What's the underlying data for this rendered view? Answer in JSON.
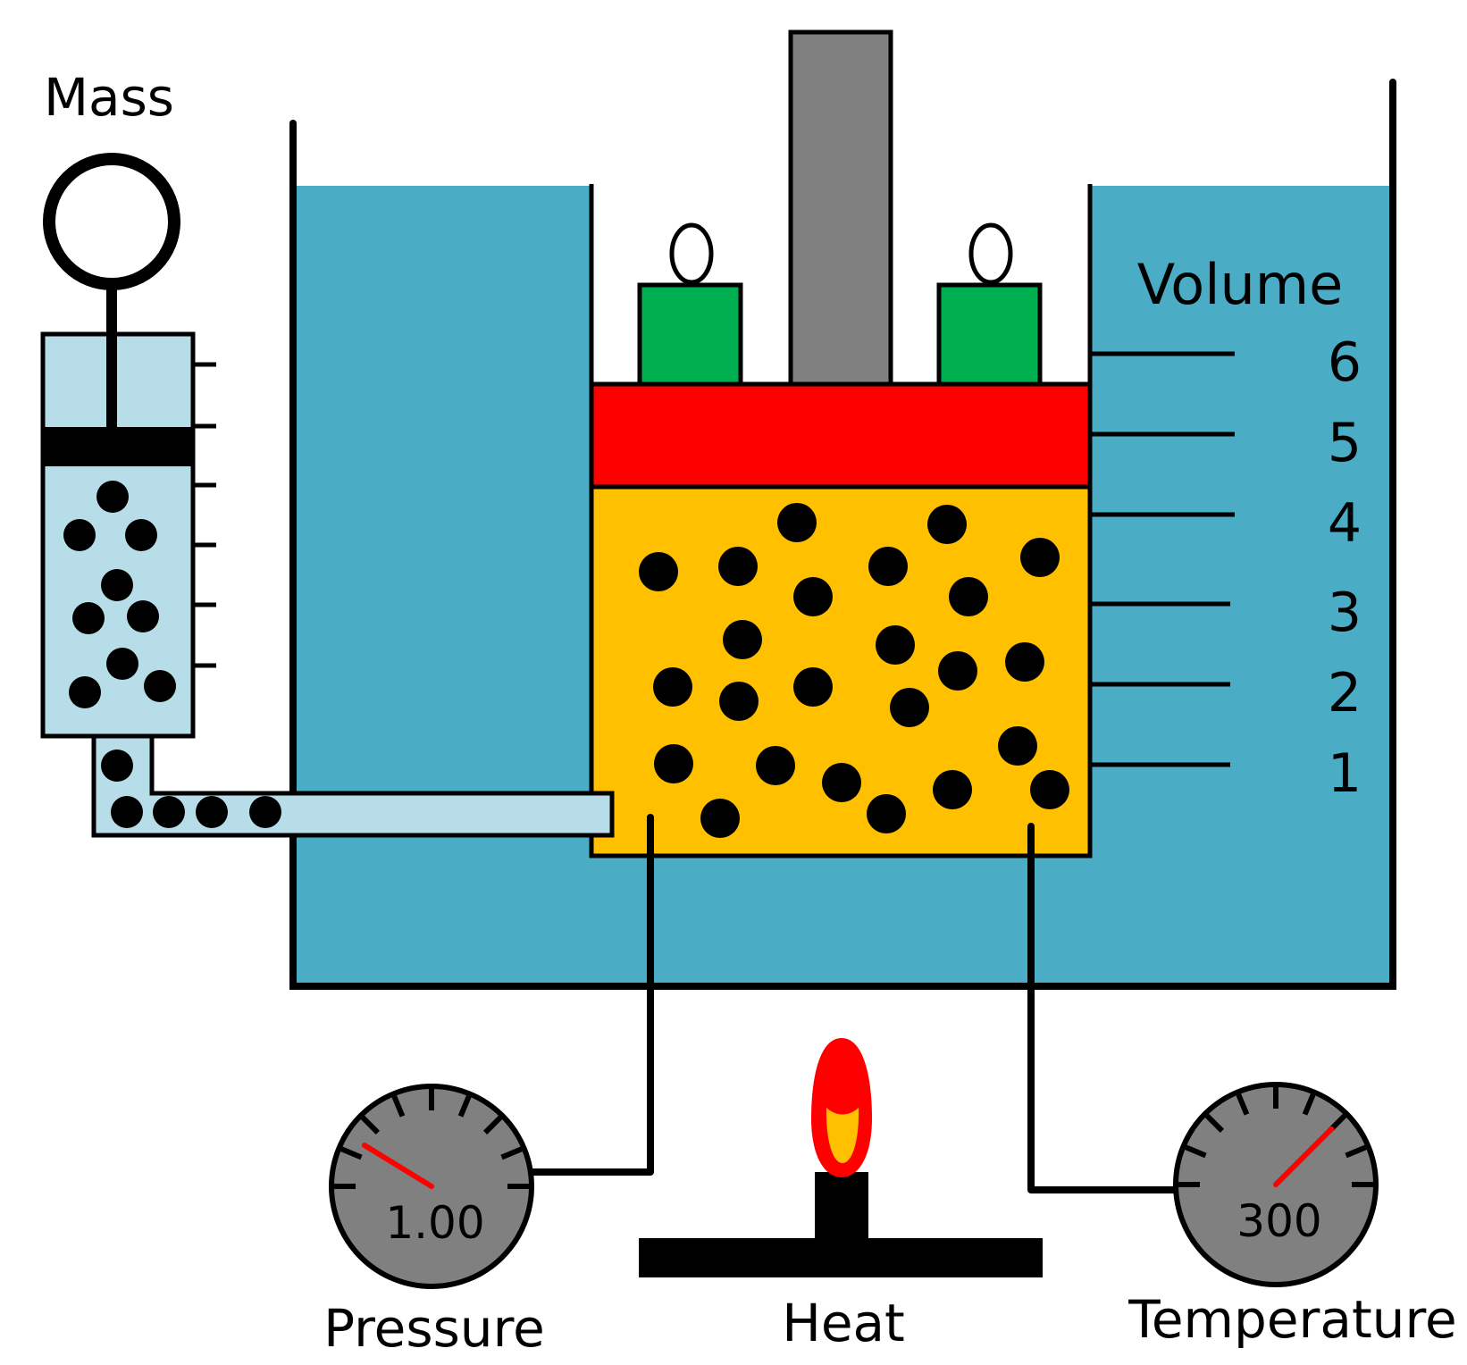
{
  "labels": {
    "mass": "Mass",
    "volume": "Volume",
    "pressure": "Pressure",
    "heat": "Heat",
    "temperature": "Temperature"
  },
  "volume_scale": [
    "1",
    "2",
    "3",
    "4",
    "5",
    "6"
  ],
  "gauges": {
    "pressure": {
      "readout": "1.00",
      "needle_tick": 1.4,
      "tick_count": 9
    },
    "temperature": {
      "readout": "300",
      "needle_tick": 6.0,
      "tick_count": 9
    }
  },
  "colors": {
    "water": "#4bacc6",
    "gas": "#ffc000",
    "piston": "#ff0000",
    "weights": "#00b050",
    "rod": "#808080",
    "syringe": "#b7dde8",
    "gauge_face": "#808080",
    "needle": "#ff0000",
    "flame_outer": "#ff0000",
    "flame_inner": "#ffc000",
    "outline": "#000000"
  }
}
